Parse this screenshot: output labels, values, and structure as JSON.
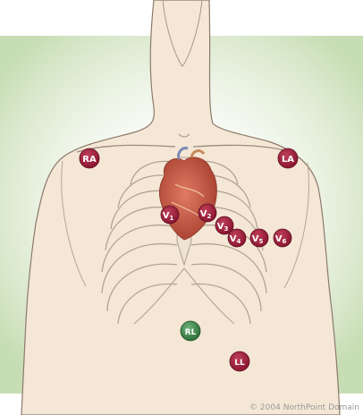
{
  "diagram": {
    "colors": {
      "skin": "#f5e7d5",
      "outline": "#8c7a6c",
      "rib": "#b9aa9c",
      "background_glow": "#c9dfb9",
      "electrode": "#a0203c",
      "electrode_ground": "#3f8a4b",
      "heart": "#c85a4a"
    },
    "electrodes": {
      "ra": {
        "label": "RA"
      },
      "la": {
        "label": "LA"
      },
      "v1": {
        "label": "V",
        "sub": "1"
      },
      "v2": {
        "label": "V",
        "sub": "2"
      },
      "v3": {
        "label": "V",
        "sub": "3"
      },
      "v4": {
        "label": "V",
        "sub": "4"
      },
      "v5": {
        "label": "V",
        "sub": "5"
      },
      "v6": {
        "label": "V",
        "sub": "6"
      },
      "rl": {
        "label": "RL"
      },
      "ll": {
        "label": "LL"
      }
    },
    "copyright": "© 2004 NorthPoint Domain"
  }
}
